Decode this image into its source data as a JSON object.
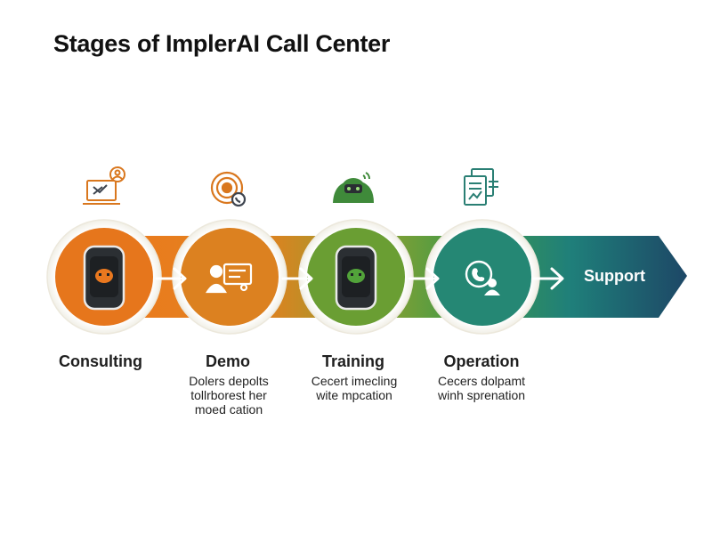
{
  "title": "Stages of ImplerAI Call Center",
  "colors": {
    "orange": "#e9781f",
    "amber": "#d98a1f",
    "green": "#5e9b35",
    "teal": "#248a73",
    "navy": "#1f4a6a",
    "dark": "#2b2f33",
    "icon_orange": "#d9771e",
    "icon_green": "#3f8a3a",
    "icon_teal": "#2a7f74"
  },
  "stages": [
    {
      "label": "Consulting",
      "description": [
        "",
        ""
      ],
      "top_icon": "laptop-chat-icon",
      "circle_icon": "robot-phone-icon"
    },
    {
      "label": "Demo",
      "description": [
        "Dolers depolts",
        "tollrborest her",
        "moed cation"
      ],
      "top_icon": "target-icon",
      "circle_icon": "presenter-board-icon"
    },
    {
      "label": "Training",
      "description": [
        "Cecert imecling",
        "wite mpcation"
      ],
      "top_icon": "robot-head-icon",
      "circle_icon": "robot-phone-icon"
    },
    {
      "label": "Operation",
      "description": [
        "Cecers dolpamt",
        "winh sprenation"
      ],
      "top_icon": "document-chart-icon",
      "circle_icon": "agent-phone-icon"
    }
  ],
  "final_stage": {
    "label": "Support"
  }
}
